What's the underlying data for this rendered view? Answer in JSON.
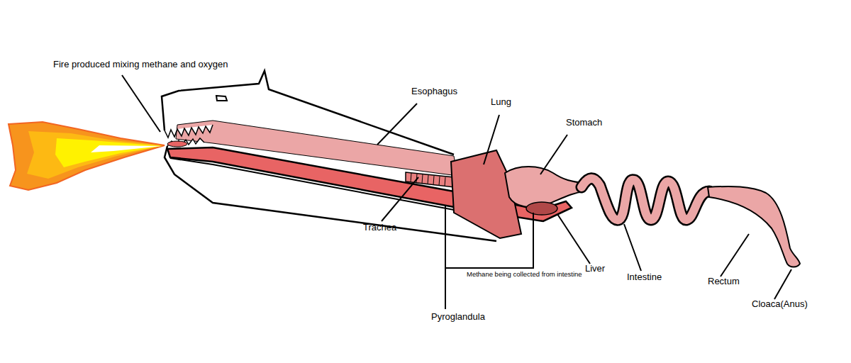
{
  "diagram": {
    "labels": [
      "Fire produced mixing methane and oxygen",
      "Esophagus",
      "Lung",
      "Stomach",
      "Trachea",
      "Methane being collected from intestine",
      "Liver",
      "Intestine",
      "Rectum",
      "Cloaca(Anus)",
      "Pyroglandula"
    ]
  }
}
